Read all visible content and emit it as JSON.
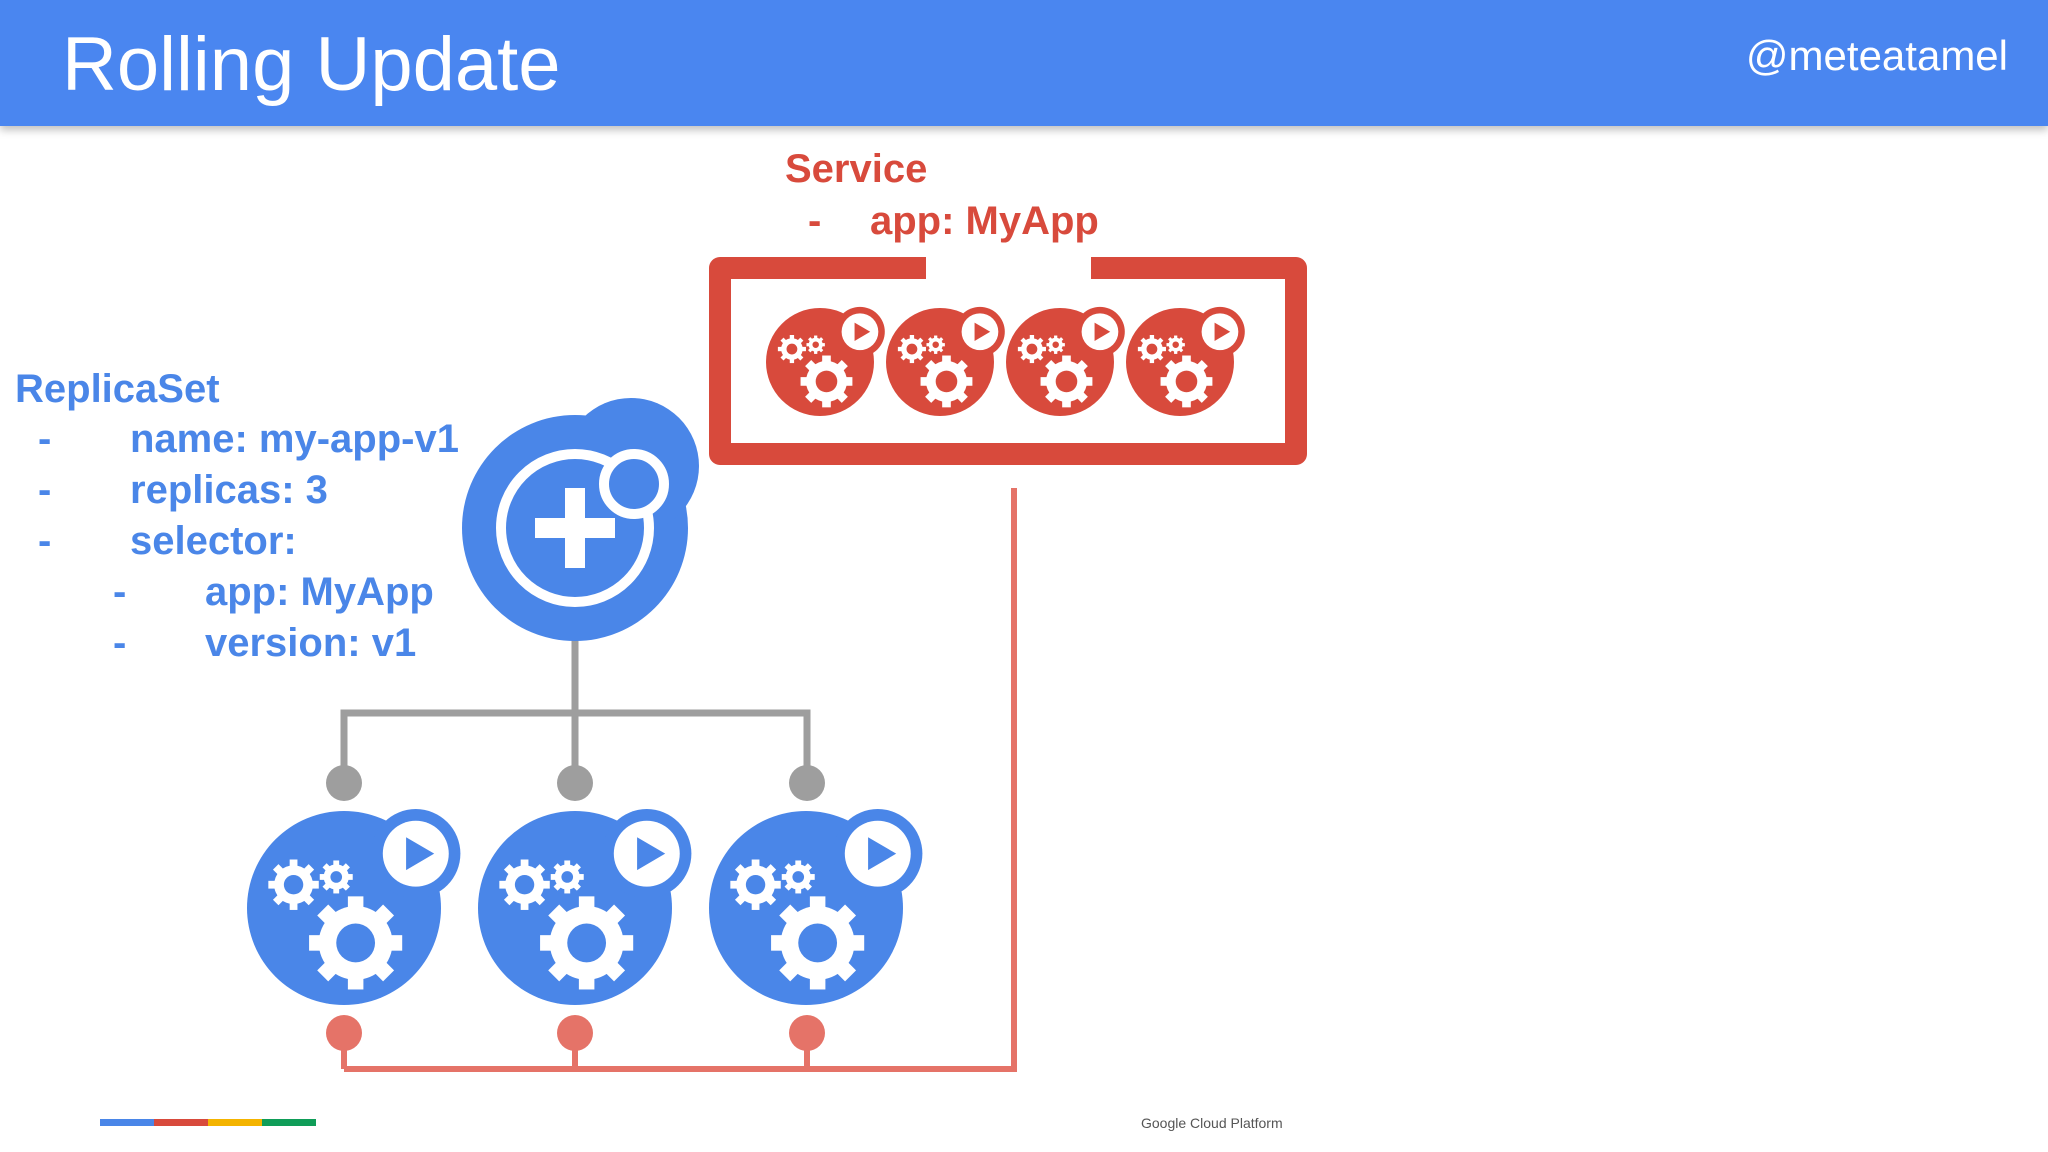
{
  "header": {
    "title": "Rolling Update",
    "handle": "@meteatamel"
  },
  "service": {
    "title": "Service",
    "selector": "app: MyApp",
    "pod_count": 4
  },
  "replicaset": {
    "title": "ReplicaSet",
    "fields": [
      {
        "dash": "-",
        "text": "name: my-app-v1"
      },
      {
        "dash": "-",
        "text": "replicas: 3"
      },
      {
        "dash": "-",
        "text": "selector:"
      }
    ],
    "selector_fields": [
      {
        "dash": "-",
        "text": "app: MyApp"
      },
      {
        "dash": "-",
        "text": "version: v1"
      }
    ],
    "pod_count": 3
  },
  "footer": {
    "brand": "Google Cloud Platform",
    "brand_colors": [
      "#4a86e8",
      "#d84a3c",
      "#f4b400",
      "#0f9d58"
    ]
  },
  "colors": {
    "header": "#4a86f0",
    "blue": "#4a86e8",
    "red": "#d84a3c",
    "connector_red": "#e57368",
    "connector_gray": "#9e9e9e"
  },
  "icons": [
    "replicaset-plus-icon",
    "pod-gears-icon",
    "play-icon"
  ]
}
